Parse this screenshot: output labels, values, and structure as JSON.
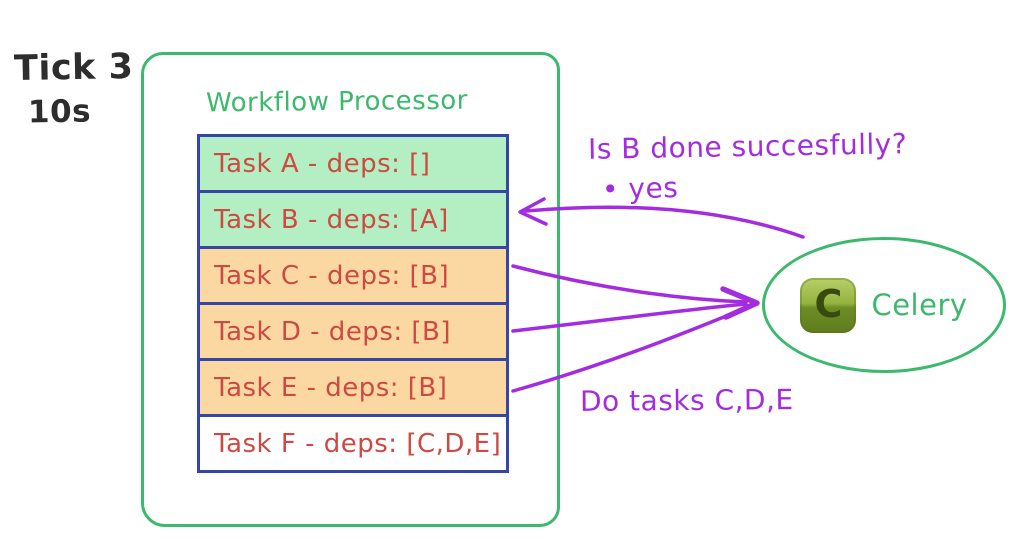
{
  "tick": {
    "label": "Tick 3",
    "duration": "10s"
  },
  "workflow": {
    "title": "Workflow Processor",
    "tasks": [
      {
        "label": "Task A - deps: []",
        "state": "done",
        "bg_color": "#b4efc4"
      },
      {
        "label": "Task B - deps: [A]",
        "state": "done",
        "bg_color": "#b4efc4"
      },
      {
        "label": "Task C - deps: [B]",
        "state": "queued",
        "bg_color": "#fbd8a1"
      },
      {
        "label": "Task D - deps: [B]",
        "state": "queued",
        "bg_color": "#fbd8a1"
      },
      {
        "label": "Task E - deps: [B]",
        "state": "queued",
        "bg_color": "#fbd8a1"
      },
      {
        "label": "Task F - deps: [C,D,E]",
        "state": "waiting",
        "bg_color": "#ffffff"
      }
    ]
  },
  "annotations": {
    "question": "Is B done succesfully?",
    "answer": "• yes",
    "command": "Do tasks C,D,E"
  },
  "celery": {
    "label": "Celery",
    "logo_letter": "C"
  },
  "colors": {
    "box_green": "#3cb96d",
    "table_border_navy": "#3646a6",
    "task_text_red": "#cd4a43",
    "done_mint": "#b4efc4",
    "queued_orange": "#fbd8a1",
    "arrow_purple": "#a42ce0",
    "tick_ink": "#2d2d2d",
    "celery_logo_green_top": "#b7d06a",
    "celery_logo_green_bottom": "#5e7c1d"
  }
}
